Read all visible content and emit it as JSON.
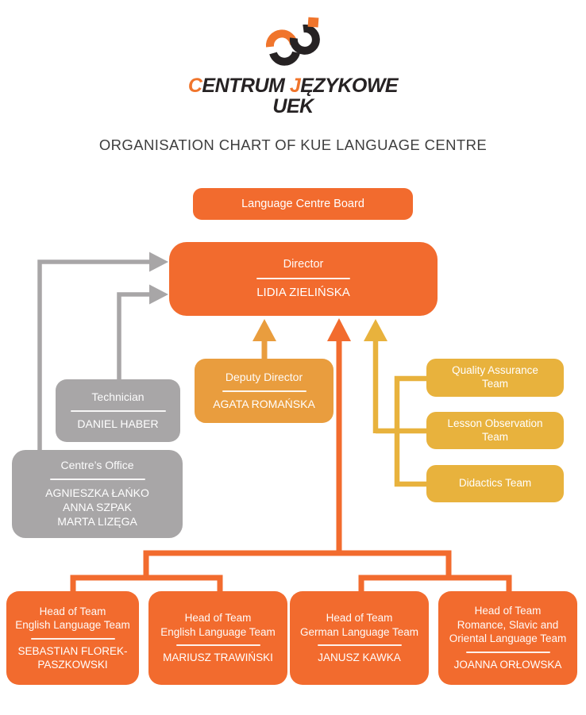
{
  "logo": {
    "seg_c": "C",
    "seg_entrum": "ENTRUM ",
    "seg_j": "J",
    "seg_ezykowe": "ĘZYKOWE",
    "line2": "UEK"
  },
  "title": "ORGANISATION CHART OF KUE LANGUAGE CENTRE",
  "board": {
    "label": "Language Centre Board"
  },
  "director": {
    "role": "Director",
    "name": "LIDIA ZIELIŃSKA"
  },
  "deputy_director": {
    "role": "Deputy Director",
    "name": "AGATA ROMAŃSKA"
  },
  "right_teams": [
    {
      "label": "Quality Assurance Team"
    },
    {
      "label": "Lesson Observation Team"
    },
    {
      "label": "Didactics Team"
    }
  ],
  "technician": {
    "role": "Technician",
    "name": "DANIEL HABER"
  },
  "centres_office": {
    "role": "Centre’s Office",
    "members": [
      "AGNIESZKA ŁAŃKO",
      "ANNA SZPAK",
      "MARTA LIZĘGA"
    ]
  },
  "head_teams": [
    {
      "role_lines": [
        "Head of Team",
        "English Language Team"
      ],
      "name": "SEBASTIAN FLOREK-PASZKOWSKI"
    },
    {
      "role_lines": [
        "Head of Team",
        "English Language Team"
      ],
      "name": "MARIUSZ TRAWIŃSKI"
    },
    {
      "role_lines": [
        "Head of Team",
        "German Language Team"
      ],
      "name": "JANUSZ KAWKA"
    },
    {
      "role_lines": [
        "Head of Team",
        "Romance, Slavic and",
        "Oriental Language Team"
      ],
      "name": "JOANNA ORŁOWSKA"
    }
  ],
  "colors": {
    "orange": "#F26B2E",
    "amber": "#E99D3E",
    "gold": "#E8B23D",
    "gray": "#A8A6A7",
    "title_text": "#3E3E3E",
    "logo_orange": "#F0752C",
    "logo_black": "#262223"
  }
}
